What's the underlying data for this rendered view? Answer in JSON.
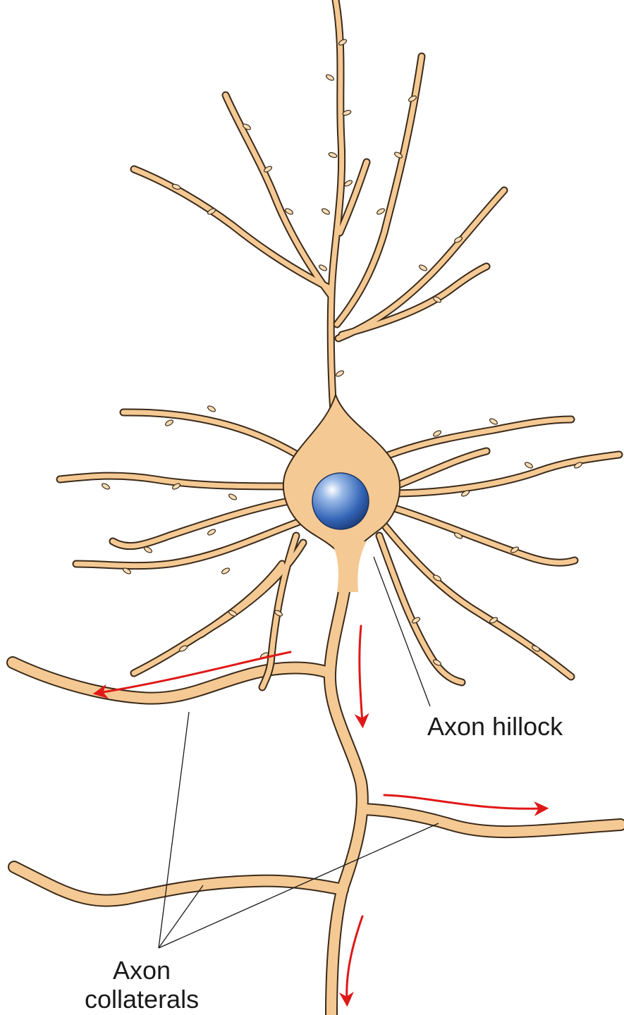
{
  "labels": {
    "axon_hillock": "Axon hillock",
    "axon_collaterals_line1": "Axon",
    "axon_collaterals_line2": "collaterals"
  },
  "colors": {
    "cell": "#f5c993",
    "cell_outline": "#3a2a1a",
    "nucleus": "#3a6fc2",
    "arrows": "#e01818",
    "background": "#ffffff"
  }
}
